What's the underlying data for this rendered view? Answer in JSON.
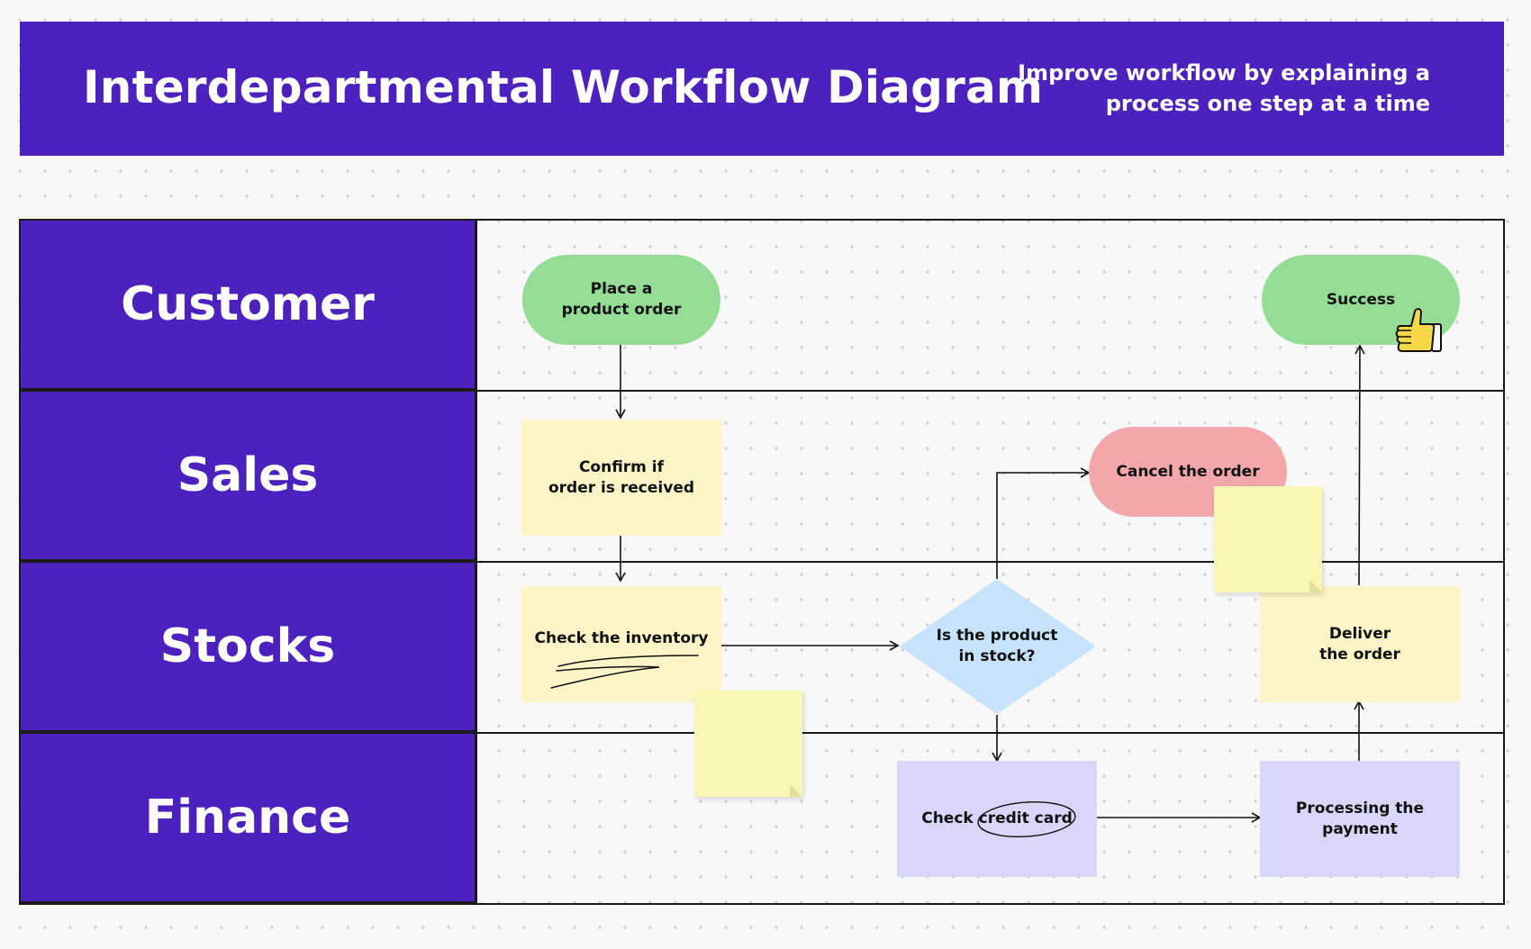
{
  "header": {
    "title": "Interdepartmental Workflow Diagram",
    "subtitle": "Improve workflow by explaining a process one step at a time"
  },
  "lanes": [
    {
      "label": "Customer"
    },
    {
      "label": "Sales"
    },
    {
      "label": "Stocks"
    },
    {
      "label": "Finance"
    }
  ],
  "nodes": {
    "place_order": "Place a\nproduct order",
    "success": "Success",
    "confirm_order": "Confirm if\norder is received",
    "cancel_order": "Cancel the order",
    "check_inventory": "Check the inventory",
    "in_stock": "Is the product\nin stock?",
    "deliver_order": "Deliver\nthe order",
    "check_credit": "Check credit card",
    "processing_payment": "Processing the\npayment"
  },
  "colors": {
    "brand": "#4b22bd",
    "pill_green": "#95dc97",
    "pill_red": "#f2a7ab",
    "note_yellow": "#fdf4c7",
    "note_lavender": "#d8d7fa",
    "decision_blue": "#c6e3fb",
    "sticky": "#f9f7b6"
  },
  "icons": [
    "thumbs-up-icon"
  ]
}
